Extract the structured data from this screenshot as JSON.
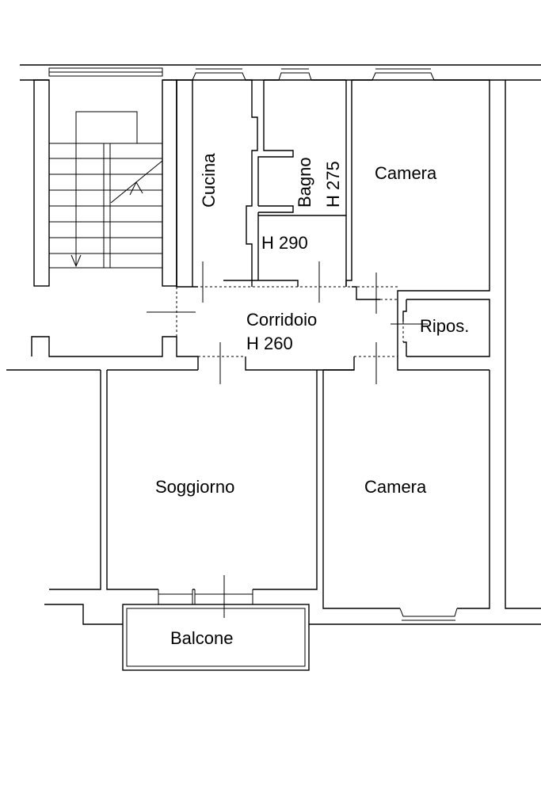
{
  "plan": {
    "rooms": {
      "cucina": "Cucina",
      "bagno": "Bagno",
      "bagno_height": "H 275",
      "disimpegno_height": "H 290",
      "camera_top": "Camera",
      "corridoio": "Corridoio",
      "corridoio_height": "H 260",
      "ripostiglio": "Ripos.",
      "soggiorno": "Soggiorno",
      "camera_bottom": "Camera",
      "balcone": "Balcone"
    }
  }
}
